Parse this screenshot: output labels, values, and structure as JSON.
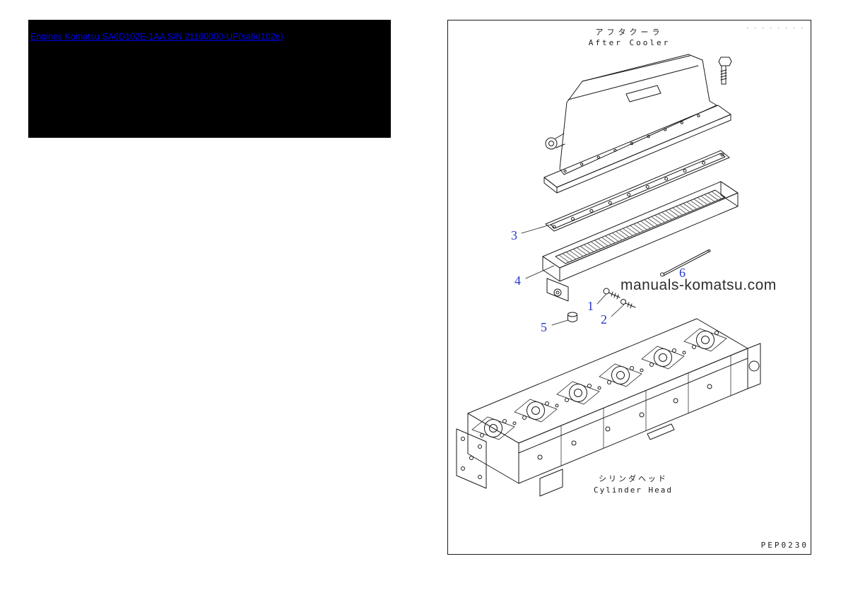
{
  "header": {
    "link_text": "Engines Komatsu SA6D102E-1AA S/N 21160000-UP(sa6d102e)"
  },
  "diagram": {
    "title_jp": "アフタクーラ",
    "title_en": "After Cooler",
    "cylinder_head_label_jp": "シリンダヘッド",
    "cylinder_head_label_en": "Cylinder Head",
    "watermark": "manuals-komatsu.com",
    "figure_code": "PEP0230",
    "corner_marks": ". . . . . . . .",
    "callouts": [
      {
        "label": "1"
      },
      {
        "label": "2"
      },
      {
        "label": "3"
      },
      {
        "label": "4"
      },
      {
        "label": "5"
      },
      {
        "label": "6"
      }
    ]
  },
  "colors": {
    "callout_blue": "#2636c8",
    "link_blue": "#0000ee",
    "line": "#1a1a1a"
  }
}
